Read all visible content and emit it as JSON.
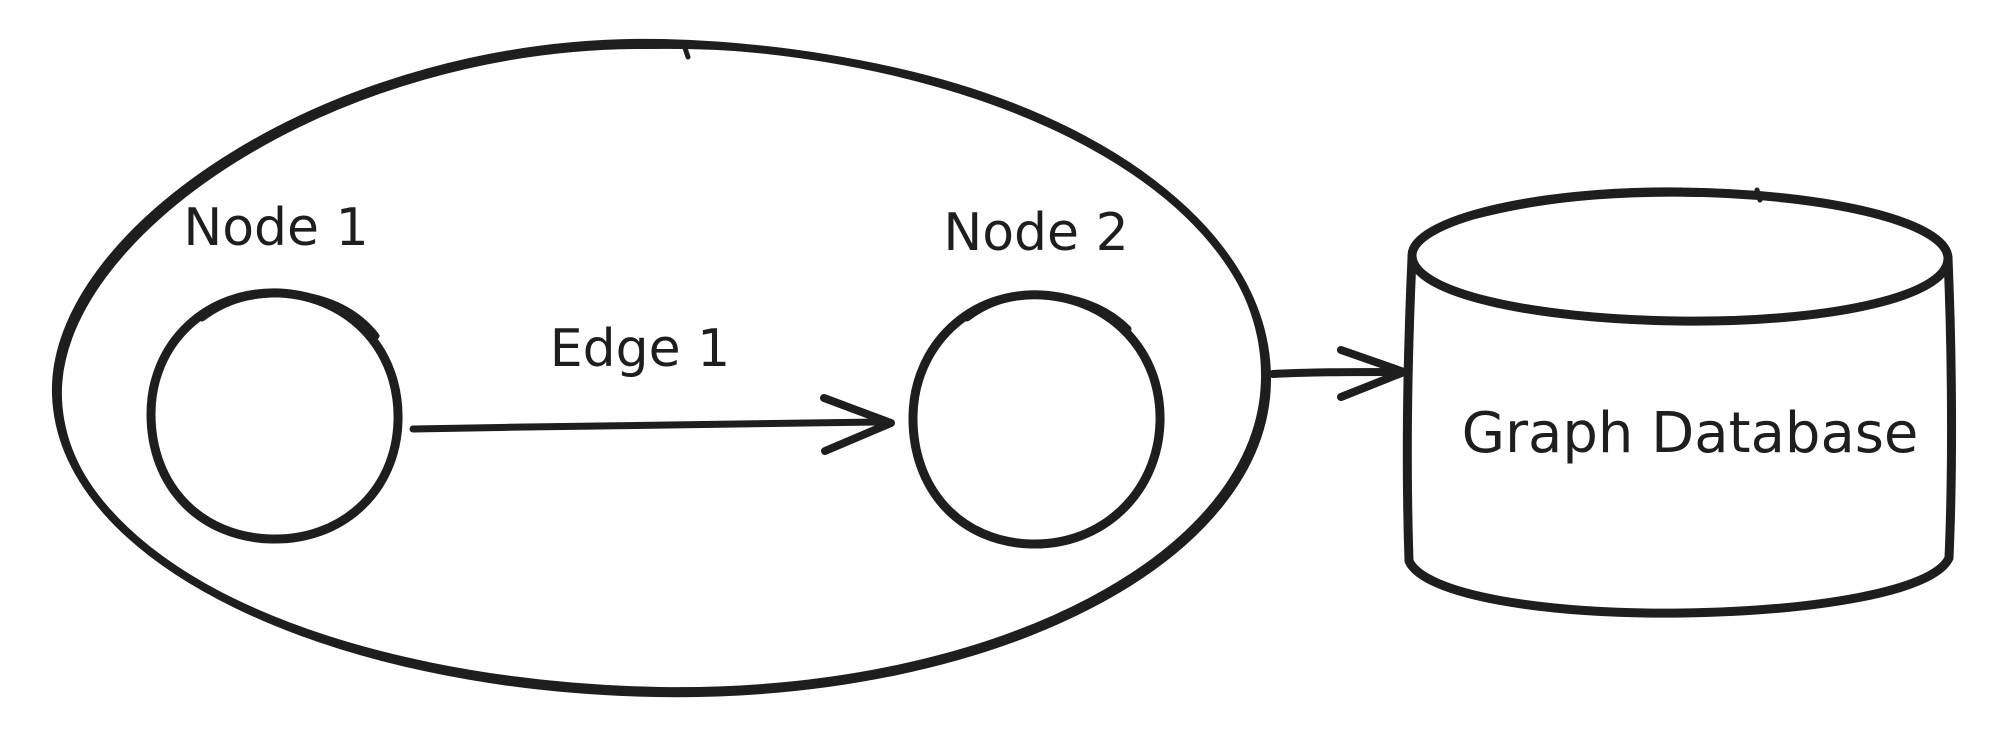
{
  "diagram": {
    "type": "hand-drawn-sketch",
    "container": {
      "shape": "ellipse",
      "description": "large ellipse grouping the two graph nodes"
    },
    "nodes": [
      {
        "id": "node1",
        "label": "Node 1",
        "shape": "circle"
      },
      {
        "id": "node2",
        "label": "Node 2",
        "shape": "circle"
      }
    ],
    "edges": [
      {
        "id": "edge1",
        "label": "Edge 1",
        "from": "node1",
        "to": "node2",
        "style": "arrow-right"
      }
    ],
    "connectors": [
      {
        "id": "container-to-database",
        "from": "container-ellipse",
        "to": "database-cylinder",
        "style": "arrow-right"
      }
    ],
    "database": {
      "label": "Graph Database",
      "shape": "cylinder"
    }
  },
  "colors": {
    "stroke": "#1e1e1e",
    "background": "#ffffff"
  }
}
